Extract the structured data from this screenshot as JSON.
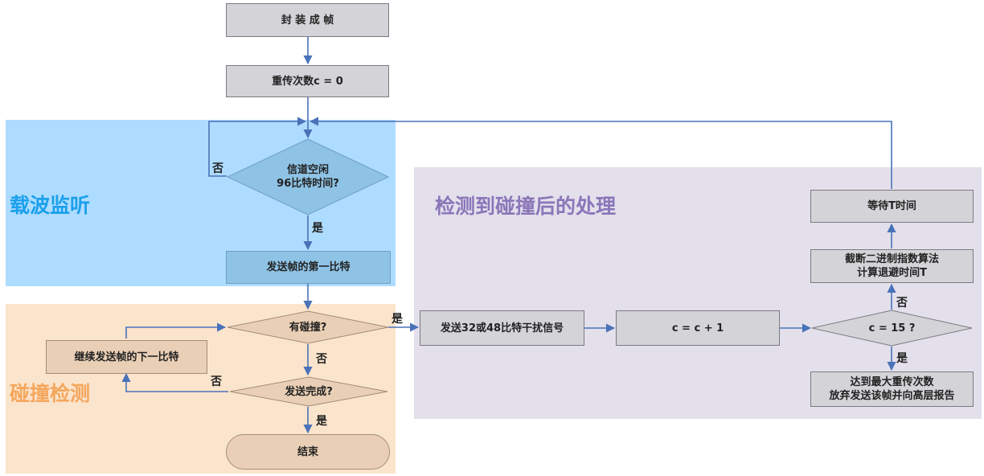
{
  "regions": {
    "carrier_sense": "载波监听",
    "collision_detect": "碰撞检测",
    "after_collision": "检测到碰撞后的处理"
  },
  "nodes": {
    "encapsulate": "封 装 成 帧",
    "init_counter": "重传次数c = 0",
    "channel_idle": [
      "信道空闲",
      "96比特时间?"
    ],
    "send_first_bit": "发送帧的第一比特",
    "has_collision": "有碰撞?",
    "send_next_bit": "继续发送帧的下一比特",
    "send_done": "发送完成?",
    "end": "结束",
    "send_jam": "发送32或48比特干扰信号",
    "increment": "c = c + 1",
    "check_c": "c = 15 ?",
    "backoff": [
      "截断二进制指数算法",
      "计算退避时间T"
    ],
    "wait": "等待T时间",
    "give_up": [
      "达到最大重传次数",
      "放弃发送该帧并向高层报告"
    ]
  },
  "edge_labels": {
    "idle_no": "否",
    "idle_yes": "是",
    "collision_yes": "是",
    "collision_no": "否",
    "done_no": "否",
    "done_yes": "是",
    "c15_no": "否",
    "c15_yes": "是"
  },
  "colors": {
    "line": "#4a72b8",
    "carrier_bg": "#aedcff",
    "collision_bg": "#fbe4cc",
    "after_bg": "#e3e0ec"
  }
}
